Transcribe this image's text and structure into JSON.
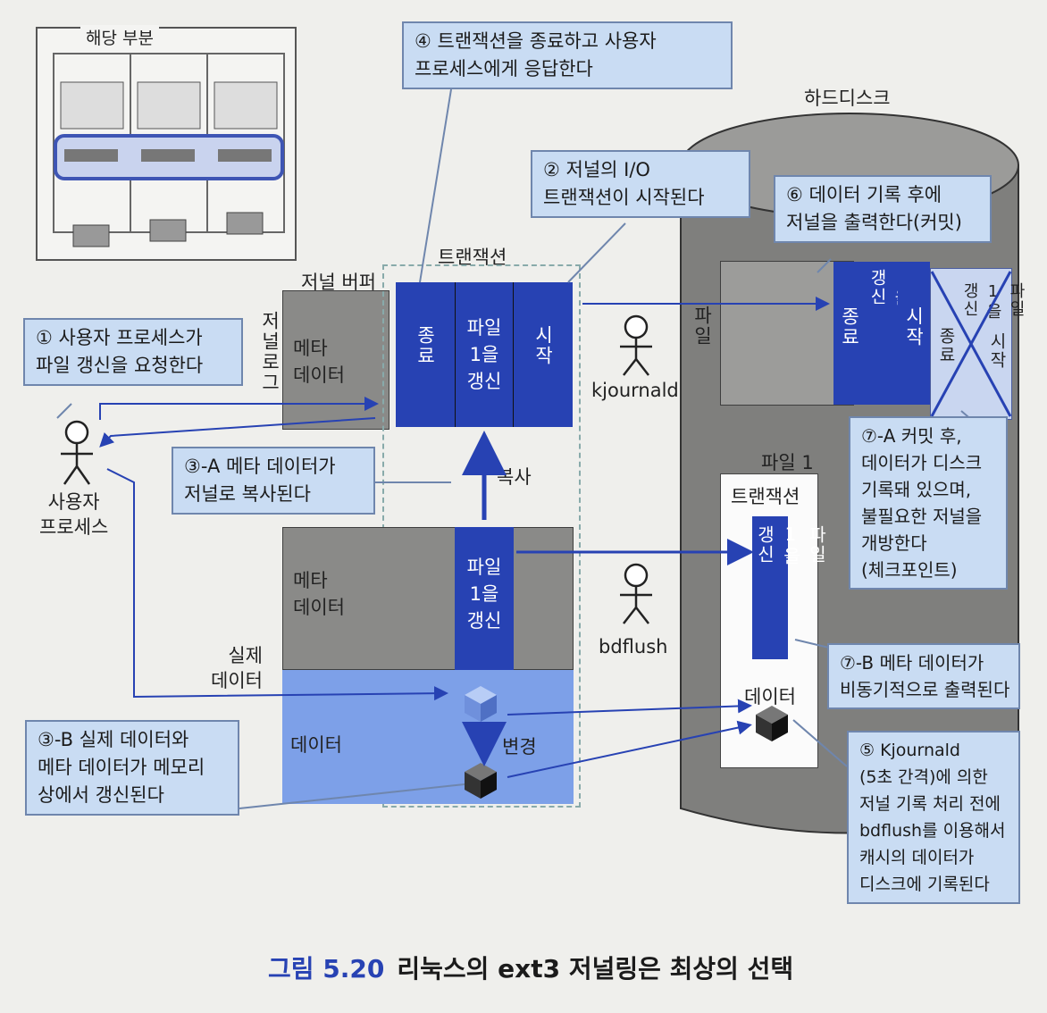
{
  "thumbnail": {
    "label": "해당 부분"
  },
  "harddisk": {
    "label": "하드디스크"
  },
  "journal_buffer": {
    "label": "저널 버퍼",
    "side_label": "저널로그",
    "meta_label": "메타\n데이터",
    "transaction_label": "트랜잭션",
    "blocks": [
      "종료",
      "파일\n1을\n갱신",
      "시작"
    ]
  },
  "memory": {
    "meta_label": "메타\n데이터",
    "actual_label": "실제\n데이터",
    "data_label": "데이터",
    "update_block": "파일\n1을\n갱신",
    "copy_label": "복사",
    "change_label": "변경"
  },
  "processes": {
    "user": "사용자\n프로세스",
    "kjournald": "kjournald",
    "bdflush": "bdflush"
  },
  "disk": {
    "journal_file_label": "파일",
    "journal_new": [
      "종료",
      "파일\n1을\n갱신",
      "시작"
    ],
    "journal_old": [
      "종료",
      "파일\n1을\n갱신",
      "시작"
    ],
    "file1_label": "파일 1",
    "file1_transaction_label": "트랜잭션",
    "file1_block": "파일\n1을\n갱신",
    "file1_data_label": "데이터"
  },
  "callouts": {
    "c1": "① 사용자 프로세스가\n파일 갱신을 요청한다",
    "c2": "② 저널의 I/O\n트랜잭션이 시작된다",
    "c3a": "③-A 메타 데이터가\n저널로 복사된다",
    "c3b": "③-B 실제 데이터와\n메타 데이터가 메모리\n상에서 갱신된다",
    "c4": "④ 트랜잭션을 종료하고 사용자\n프로세스에게 응답한다",
    "c5": "⑤ Kjournald\n(5초 간격)에 의한\n저널 기록 처리 전에\nbdflush를 이용해서\n캐시의 데이터가\n디스크에 기록된다",
    "c6": "⑥ 데이터 기록 후에\n저널을 출력한다(커밋)",
    "c7a": "⑦-A 커밋 후,\n데이터가 디스크\n기록돼 있으며,\n불필요한 저널을\n개방한다\n(체크포인트)",
    "c7b": "⑦-B 메타 데이터가\n비동기적으로 출력된다"
  },
  "caption": {
    "figure": "그림 5.20",
    "title": "리눅스의 ext3 저널링은 최상의 선택"
  },
  "colors": {
    "navy": "#2742b3",
    "light_blue": "#7da0e8",
    "callout": "#c9dcf3",
    "gray": "#8a8a88"
  }
}
